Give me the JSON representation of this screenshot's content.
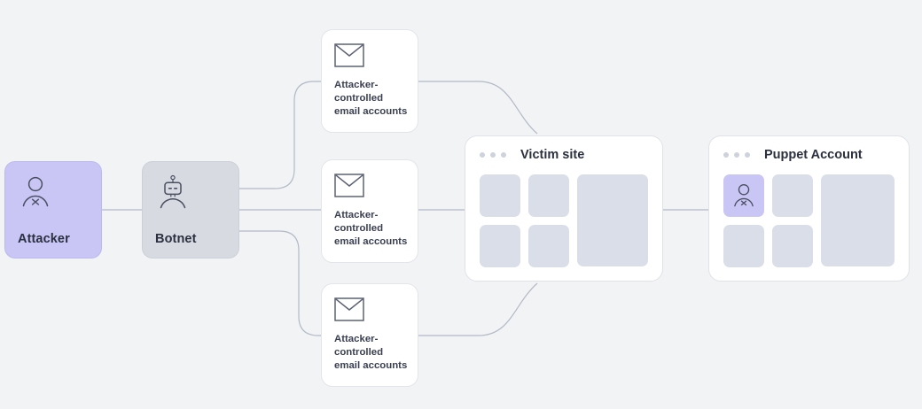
{
  "diagram": {
    "title": "Attacker botnet to puppet account flow",
    "background_color": "#f2f3f5",
    "accent_color": "#c9c6f6",
    "node_color": "#d7dae1",
    "block_color": "#dadee8",
    "wire_color": "#b3b9c6"
  },
  "nodes": {
    "attacker": {
      "label": "Attacker",
      "icon": "user-x-icon"
    },
    "botnet": {
      "label": "Botnet",
      "icon": "robot-icon"
    },
    "mailboxes": [
      {
        "label": "Attacker-controlled email accounts",
        "icon": "envelope-icon"
      },
      {
        "label": "Attacker-controlled email accounts",
        "icon": "envelope-icon"
      },
      {
        "label": "Attacker-controlled email accounts",
        "icon": "envelope-icon"
      }
    ],
    "victim_site": {
      "title": "Victim site",
      "window_dots": 3,
      "placeholder_blocks": 4,
      "has_large_block": true
    },
    "puppet_account": {
      "title": "Puppet Account",
      "window_dots": 3,
      "placeholder_blocks": 4,
      "has_large_block": true,
      "highlighted_cell_icon": "user-x-icon"
    }
  }
}
